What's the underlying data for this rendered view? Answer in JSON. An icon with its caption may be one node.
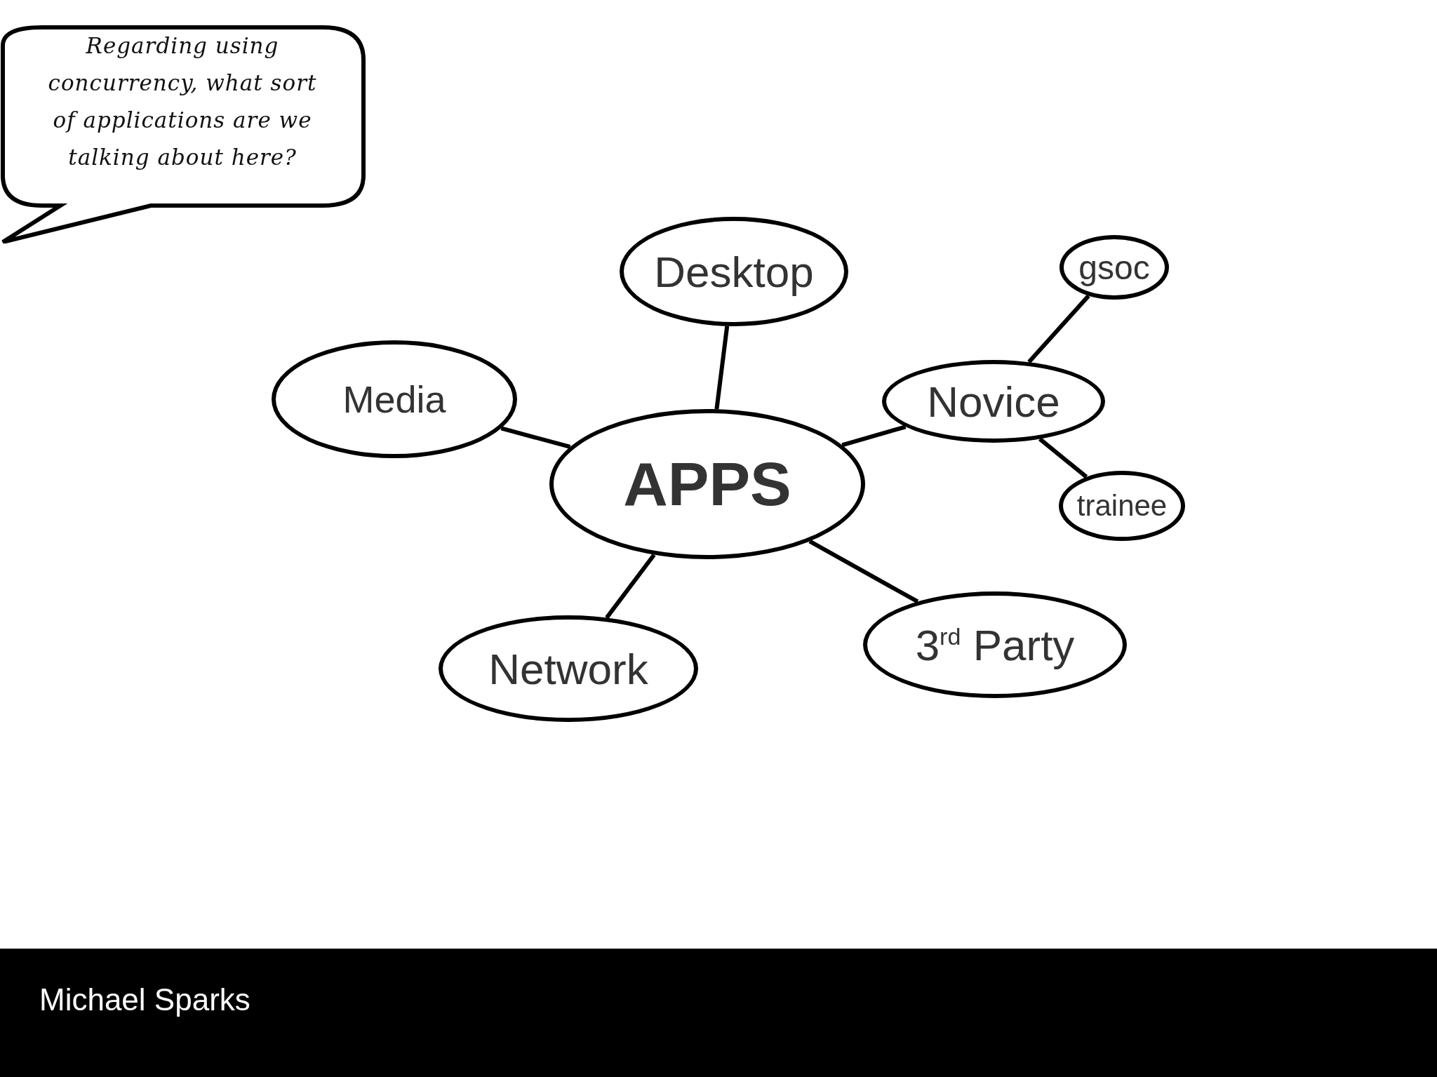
{
  "diagram": {
    "nodes": [
      {
        "text": [
          "Regarding using concurrency, what sort of applications are we talking about here?"
        ]
      },
      {
        "text": [
          "Desktop"
        ]
      },
      {
        "text": [
          "Media"
        ]
      },
      {
        "text": [
          "APPS"
        ]
      },
      {
        "text": [
          "Novice"
        ]
      },
      {
        "text": [
          "gsoc"
        ]
      },
      {
        "text": [
          "trainee"
        ]
      },
      {
        "text": [
          "Network"
        ]
      },
      {
        "text": [
          "3$^{rd}$ Party"
        ]
      }
    ],
    "edges": [
      {
        "from": 3,
        "to": 1,
        "arrow": "none"
      },
      {
        "from": 3,
        "to": 2,
        "arrow": "none"
      },
      {
        "from": 3,
        "to": 4,
        "arrow": "none"
      },
      {
        "from": 4,
        "to": 5,
        "arrow": "none"
      },
      {
        "from": 4,
        "to": 6,
        "arrow": "none"
      },
      {
        "from": 3,
        "to": 7,
        "arrow": "none"
      },
      {
        "from": 3,
        "to": 8,
        "arrow": "none"
      }
    ],
    "labels": [
      "Michael Sparks"
    ]
  }
}
